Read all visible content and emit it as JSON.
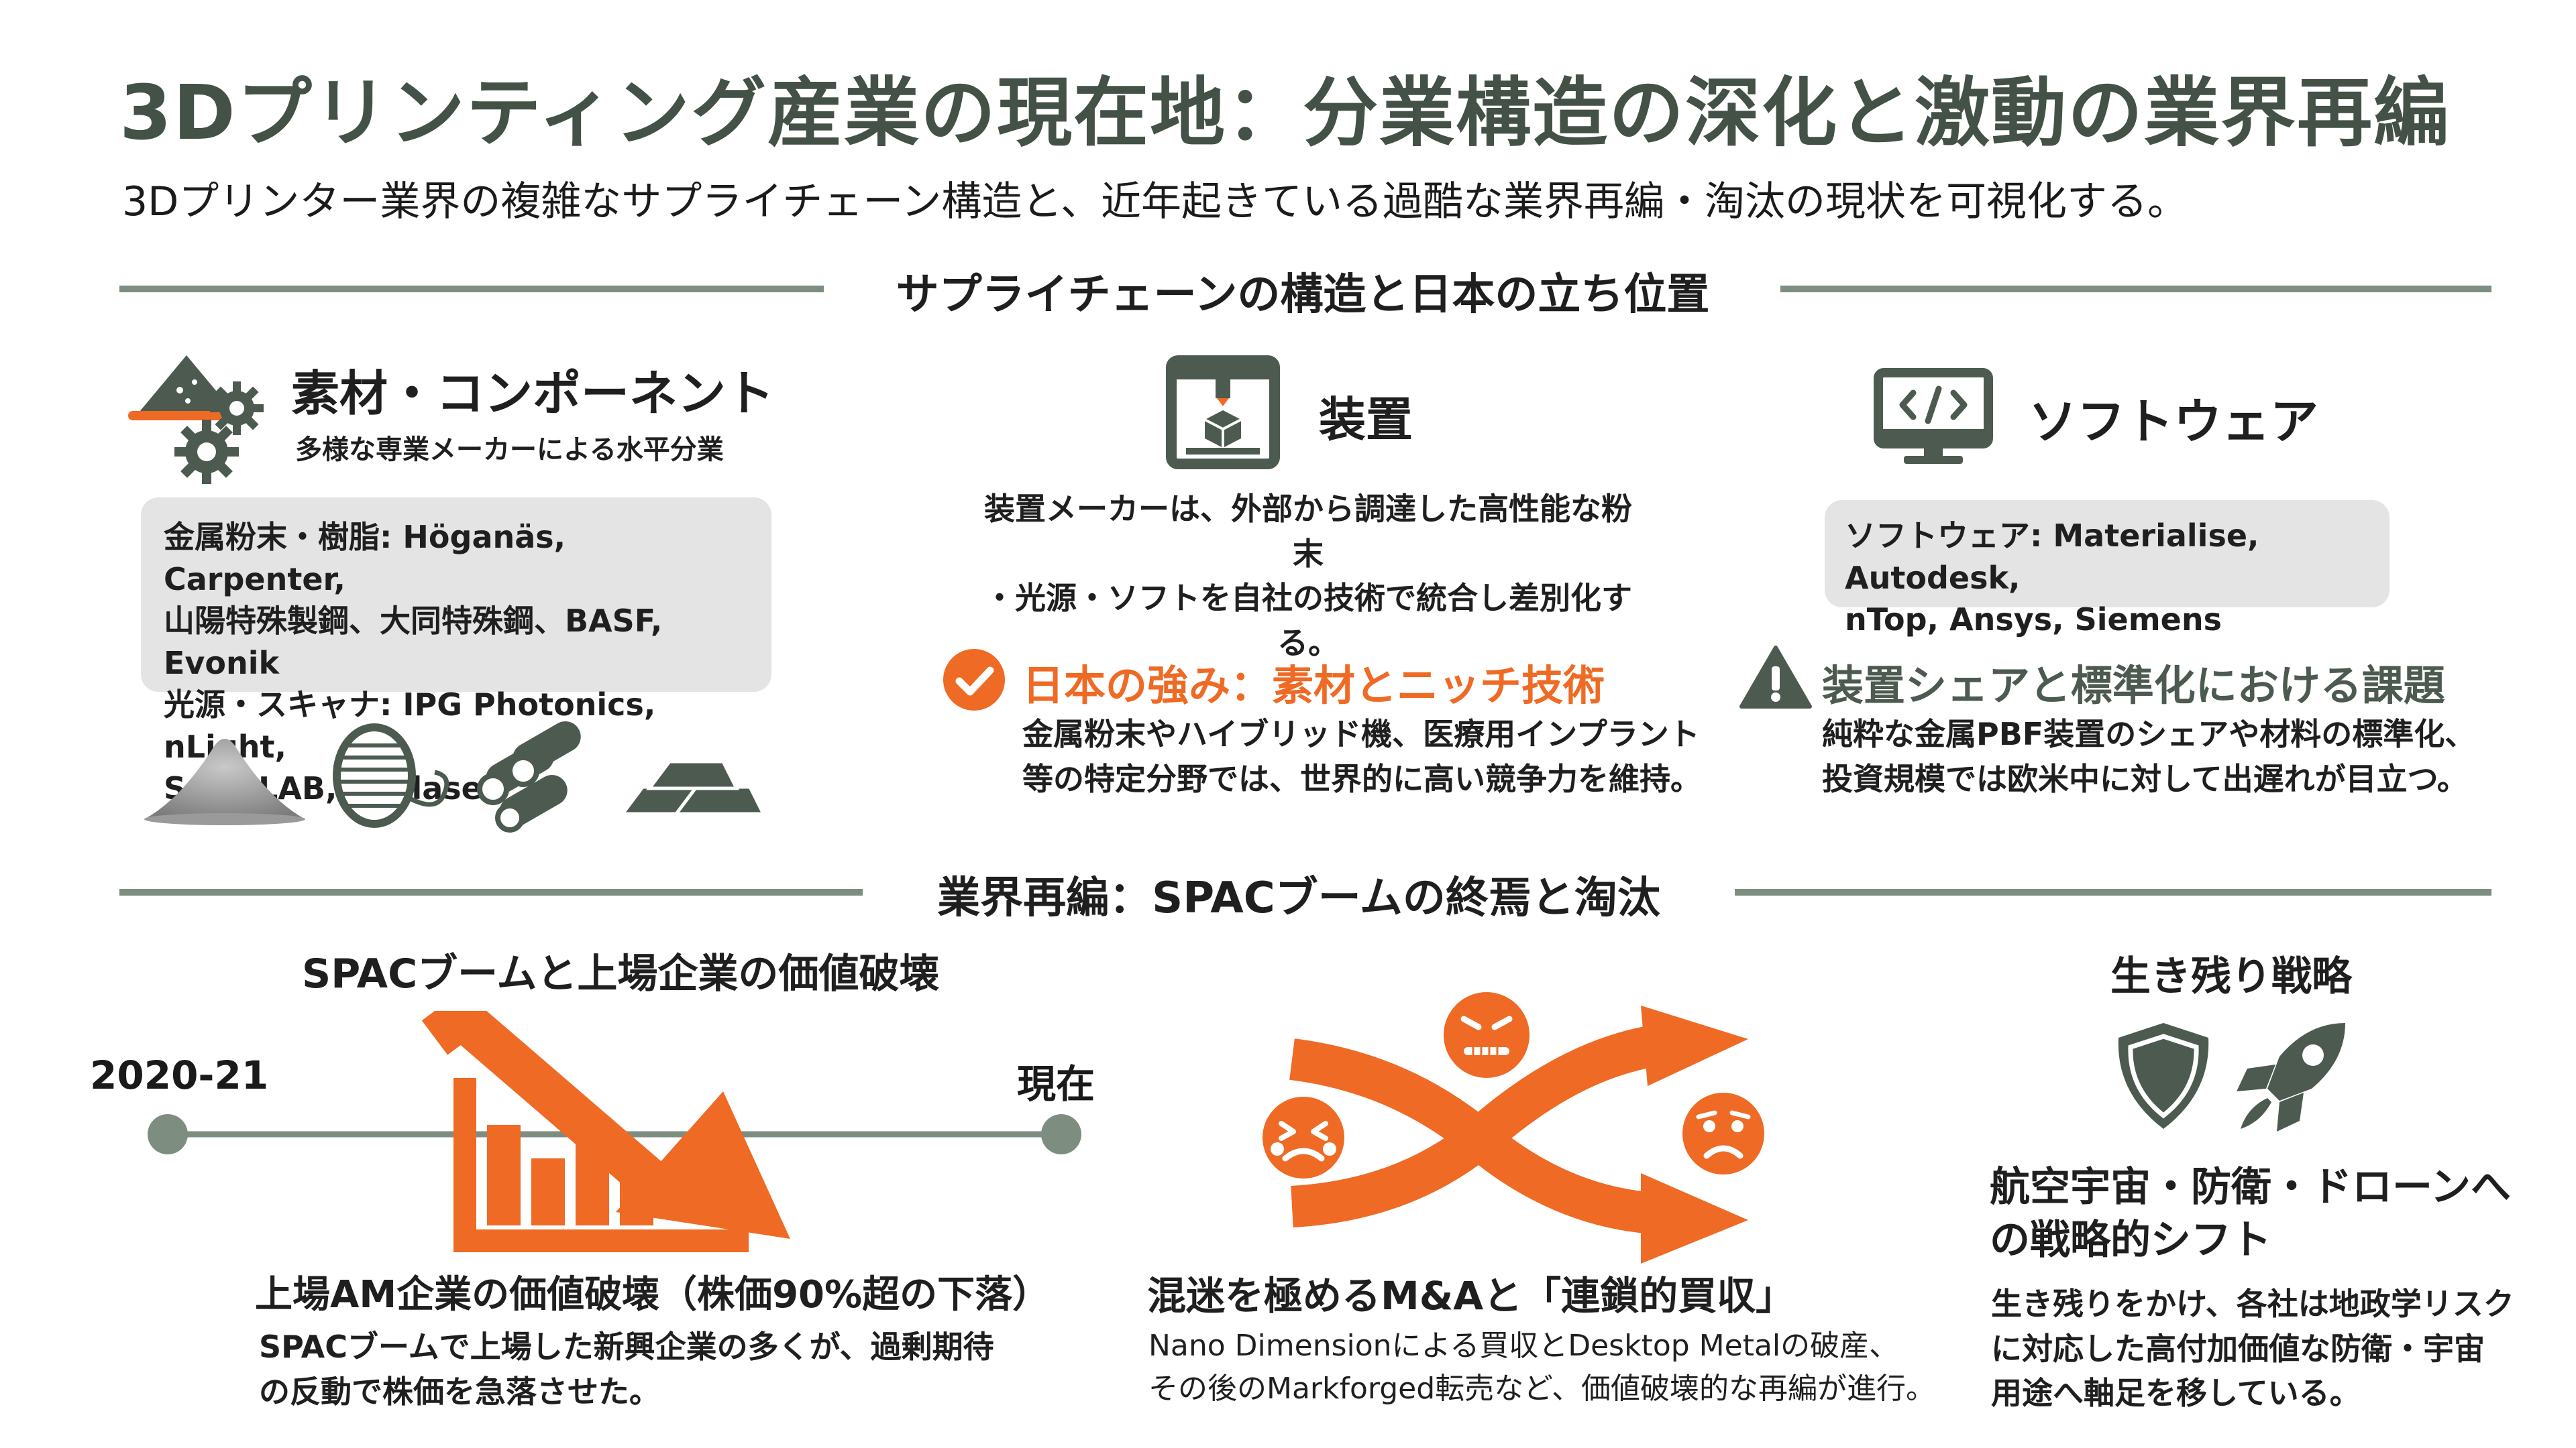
{
  "header": {
    "title": "3Dプリンティング産業の現在地：分業構造の深化と激動の業界再編",
    "subtitle": "3Dプリンター業界の複雑なサプライチェーン構造と、近年起きている過酷な業界再編・淘汰の現状を可視化する。"
  },
  "supply_chain": {
    "section_title": "サプライチェーンの構造と日本の立ち位置",
    "materials": {
      "title": "素材・コンポーネント",
      "subtitle": "多様な専業メーカーによる水平分業",
      "box_lines": [
        "金属粉末・樹脂: Höganäs, Carpenter,",
        "山陽特殊製鋼、大同特殊鋼、BASF, Evonik",
        "光源・スキャナ: IPG Photonics, nLight,",
        "SCANLAB, Raylase"
      ]
    },
    "equipment": {
      "title": "装置",
      "desc_lines": [
        "装置メーカーは、外部から調達した高性能な粉末",
        "・光源・ソフトを自社の技術で統合し差別化する。"
      ],
      "strength_title": "日本の強み：素材とニッチ技術",
      "strength_lines": [
        "金属粉末やハイブリッド機、医療用インプラント",
        "等の特定分野では、世界的に高い競争力を維持。"
      ]
    },
    "software": {
      "title": "ソフトウェア",
      "box_lines": [
        "ソフトウェア: Materialise, Autodesk,",
        "nTop, Ansys, Siemens"
      ],
      "issue_title": "装置シェアと標準化における課題",
      "issue_lines": [
        "純粋な金属PBF装置のシェアや材料の標準化、",
        "投資規模では欧米中に対して出遅れが目立つ。"
      ]
    }
  },
  "realignment": {
    "section_title": "業界再編：SPACブームの終焉と淘汰",
    "spac": {
      "title": "SPACブームと上場企業の価値破壊",
      "timeline_start": "2020-21",
      "timeline_end": "現在",
      "caption_title": "上場AM企業の価値破壊（株価90%超の下落）",
      "caption_lines": [
        "SPACブームで上場した新興企業の多くが、過剰期待",
        "の反動で株価を急落させた。"
      ]
    },
    "mna": {
      "caption_title": "混迷を極めるM&Aと「連鎖的買収」",
      "caption_lines": [
        "Nano Dimensionによる買収とDesktop Metalの破産、",
        "その後のMarkforged転売など、価値破壊的な再編が進行。"
      ]
    },
    "survival": {
      "title": "生き残り戦略",
      "heading_lines": [
        "航空宇宙・防衛・ドローンへ",
        "の戦略的シフト"
      ],
      "caption_lines": [
        "生き残りをかけ、各社は地政学リスク",
        "に対応した高付加価値な防衛・宇宙",
        "用途へ軸足を移している。"
      ]
    }
  },
  "colors": {
    "accent": "#ef6a24",
    "dark_green": "#445147",
    "rule": "#7d8e80",
    "box": "#e4e4e4"
  },
  "icons": [
    "powder-pile-icon",
    "gear-icon",
    "printer-3d-icon",
    "monitor-code-icon",
    "check-circle-icon",
    "warning-icon",
    "powder-icon",
    "filament-spool-icon",
    "rods-icon",
    "ingot-icon",
    "falling-chart-icon",
    "crossing-arrows-icon",
    "angry-face-icon",
    "crying-face-icon",
    "sad-face-icon",
    "shield-icon",
    "rocket-icon"
  ]
}
